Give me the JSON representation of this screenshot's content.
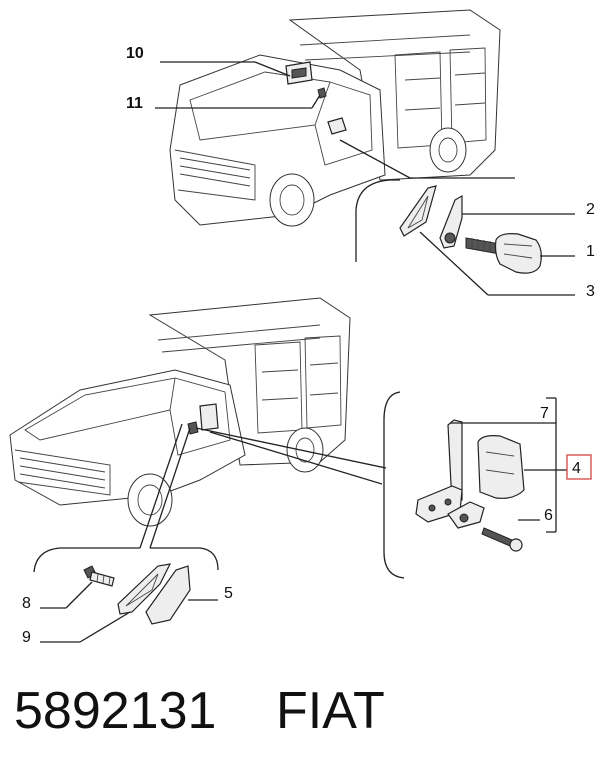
{
  "callouts": {
    "c1": "1",
    "c2": "2",
    "c3": "3",
    "c4": "4",
    "c5": "5",
    "c6": "6",
    "c7": "7",
    "c8": "8",
    "c9": "9",
    "c10": "10",
    "c11": "11"
  },
  "footer": {
    "part_number": "5892131",
    "brand": "FIAT"
  },
  "colors": {
    "highlight": "#d9534f",
    "line": "#222222"
  }
}
